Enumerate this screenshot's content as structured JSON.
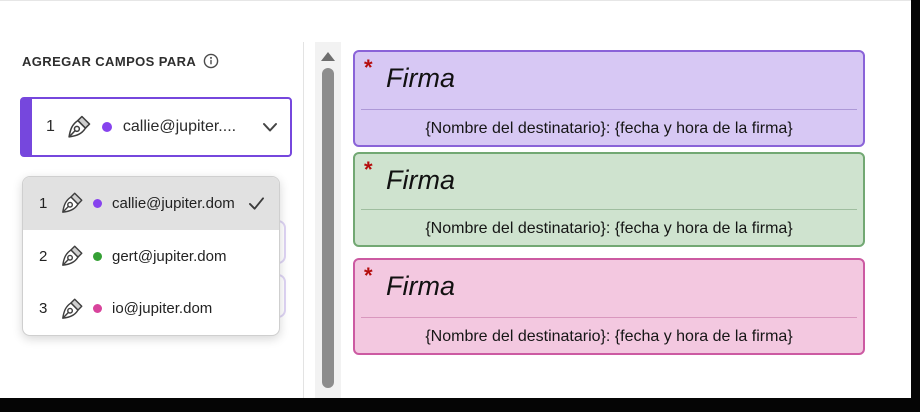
{
  "sidebar": {
    "header": {
      "title": "AGREGAR CAMPOS PARA",
      "info_icon": "info-icon"
    },
    "recipient_dropdown": {
      "selected": {
        "number": "1",
        "label": "callie@jupiter....",
        "dot_color": "#8743ee"
      },
      "options": [
        {
          "number": "1",
          "label": "callie@jupiter.dom",
          "dot_color": "#8743ee",
          "selected": true,
          "check_icon": "checkmark-icon"
        },
        {
          "number": "2",
          "label": "gert@jupiter.dom",
          "dot_color": "#35a035",
          "selected": false
        },
        {
          "number": "3",
          "label": "io@jupiter.dom",
          "dot_color": "#d8449c",
          "selected": false
        }
      ]
    }
  },
  "document": {
    "fields": [
      {
        "required_marker": "*",
        "title": "Firma",
        "placeholder": "{Nombre del destinatario}: {fecha y hora de la firma}",
        "bg_color": "#d7c8f4",
        "border_color": "#8a63d8"
      },
      {
        "required_marker": "*",
        "title": "Firma",
        "placeholder": "{Nombre del destinatario}: {fecha y hora de la firma}",
        "bg_color": "#cfe3cf",
        "border_color": "#72a873"
      },
      {
        "required_marker": "*",
        "title": "Firma",
        "placeholder": "{Nombre del destinatario}: {fecha y hora de la firma}",
        "bg_color": "#f3c8e0",
        "border_color": "#cc5aa2"
      }
    ]
  },
  "icons": {
    "pen": "pen-nib-icon",
    "info": "info-icon",
    "chevron": "chevron-down-icon",
    "check": "checkmark-icon",
    "scroll_up": "scroll-up-arrow-icon"
  },
  "colors": {
    "accent_purple": "#7647dd",
    "required_red": "#b50d0d",
    "black_bar": "#050505",
    "scrollbar_thumb": "#8d8d8d",
    "scrollbar_track": "#f2f2f2",
    "selected_row_bg": "#e1e1e1",
    "ghost_row_border": "#ded4f4"
  }
}
